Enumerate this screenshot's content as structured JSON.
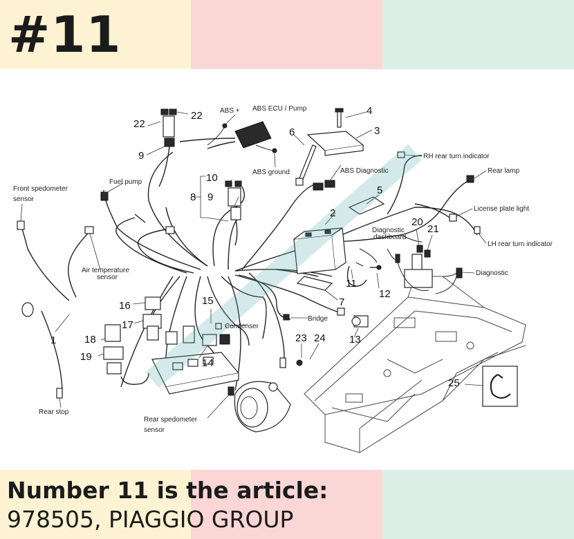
{
  "badge": {
    "text": "#11"
  },
  "caption": {
    "line1": "Number 11 is the article:",
    "line2": "978505, PIAGGIO GROUP"
  },
  "colors": {
    "band_yellow": "#fdf3d3",
    "band_pink": "#fad7d5",
    "band_green": "#dcefe7",
    "text_dark": "#1b1b1b"
  },
  "diagram": {
    "labels": {
      "abs_plus": "ABS +",
      "abs_ecu_pump": "ABS ECU / Pump",
      "abs_ground": "ABS ground",
      "abs_diagnostic": "ABS Diagnostic",
      "front_speedometer_sensor_1": "Front spedometer",
      "front_speedometer_sensor_2": "sensor",
      "fuel_pump": "Fuel pump",
      "air_temperature_sensor_1": "Air temperature",
      "air_temperature_sensor_2": "sensor",
      "rh_rear_turn_indicator": "RH rear turn indicator",
      "rear_lamp": "Rear lamp",
      "license_plate_light": "License plate light",
      "diagnostic_dashboard_1": "Diagnostic",
      "diagnostic_dashboard_2": "dashboard",
      "lh_rear_turn_indicator": "LH rear turn indicator",
      "diagnostic": "Diagnostic",
      "condenser": "Condenser",
      "bridge": "Bridge",
      "rear_stop": "Rear stop",
      "rear_speedometer_sensor_1": "Rear spedometer",
      "rear_speedometer_sensor_2": "sensor"
    },
    "numbers": {
      "n1": "1",
      "n2": "2",
      "n3": "3",
      "n4": "4",
      "n5": "5",
      "n6": "6",
      "n7": "7",
      "n8": "8",
      "n9a": "9",
      "n9b": "9",
      "n10": "10",
      "n11": "11",
      "n12": "12",
      "n13": "13",
      "n14": "14",
      "n15": "15",
      "n16": "16",
      "n17": "17",
      "n18": "18",
      "n19": "19",
      "n20": "20",
      "n21": "21",
      "n22a": "22",
      "n22b": "22",
      "n23": "23",
      "n24": "24",
      "n25": "25"
    }
  }
}
